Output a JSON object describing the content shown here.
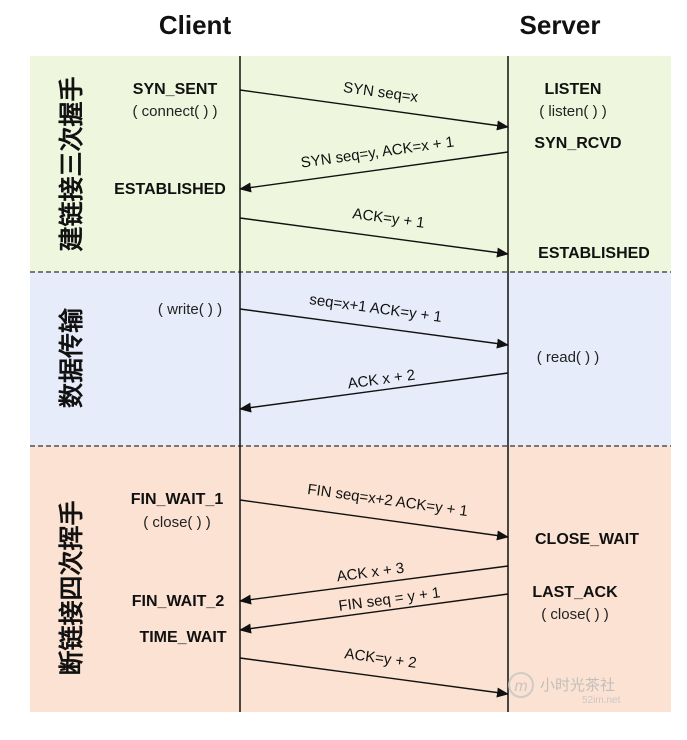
{
  "diagram": {
    "client_header": "Client",
    "server_header": "Server",
    "sections": [
      {
        "label": "建链接三次握手",
        "color": "#eef6de"
      },
      {
        "label": "数据传输",
        "color": "#e6ecf9"
      },
      {
        "label": "断链接四次挥手",
        "color": "#fbe2d2"
      }
    ],
    "client_states": {
      "syn_sent": "SYN_SENT",
      "connect_call": "( connect( ) )",
      "established": "ESTABLISHED",
      "write_call": "( write( ) )",
      "fin_wait_1": "FIN_WAIT_1",
      "close_call": "( close( ) )",
      "fin_wait_2": "FIN_WAIT_2",
      "time_wait": "TIME_WAIT"
    },
    "server_states": {
      "listen": "LISTEN",
      "listen_call": "( listen( ) )",
      "syn_rcvd": "SYN_RCVD",
      "established": "ESTABLISHED",
      "read_call": "( read( ) )",
      "close_wait": "CLOSE_WAIT",
      "last_ack": "LAST_ACK",
      "close_call": "( close( ) )"
    },
    "messages": {
      "m1": "SYN seq=x",
      "m2": "SYN seq=y, ACK=x + 1",
      "m3": "ACK=y + 1",
      "m4": "seq=x+1 ACK=y + 1",
      "m5": "ACK x + 2",
      "m6": "FIN seq=x+2 ACK=y + 1",
      "m7": "ACK x + 3",
      "m8": "FIN seq = y + 1",
      "m9": "ACK=y + 2"
    },
    "watermark": {
      "text": "小时光茶社",
      "sub": "52im.net"
    }
  }
}
